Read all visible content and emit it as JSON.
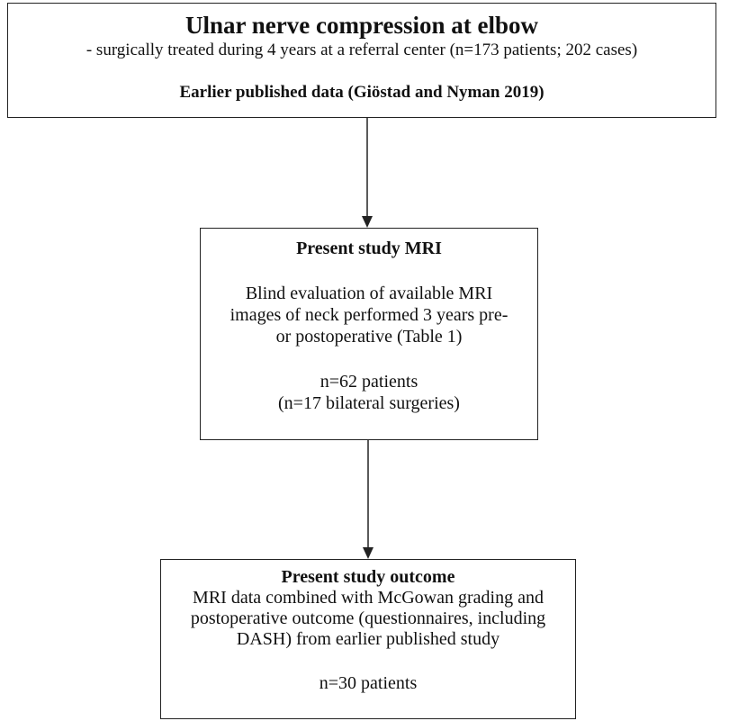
{
  "top_box": {
    "title": "Ulnar nerve compression at elbow",
    "subtitle": "- surgically treated during 4 years at a referral center (n=173 patients; 202 cases)",
    "reference": "Earlier published data (Giöstad and Nyman 2019)"
  },
  "middle_box": {
    "heading": "Present study MRI",
    "body_lines": [
      "Blind evaluation of available MRI",
      "images of neck performed 3 years pre-",
      "or postoperative (Table 1)"
    ],
    "count_lines": [
      "n=62 patients",
      "(n=17 bilateral surgeries)"
    ]
  },
  "bottom_box": {
    "heading": "Present study outcome",
    "body_lines": [
      "MRI data combined with McGowan grading and",
      "postoperative outcome (questionnaires, including",
      "DASH) from earlier published study"
    ],
    "count_lines": [
      "n=30 patients"
    ]
  }
}
